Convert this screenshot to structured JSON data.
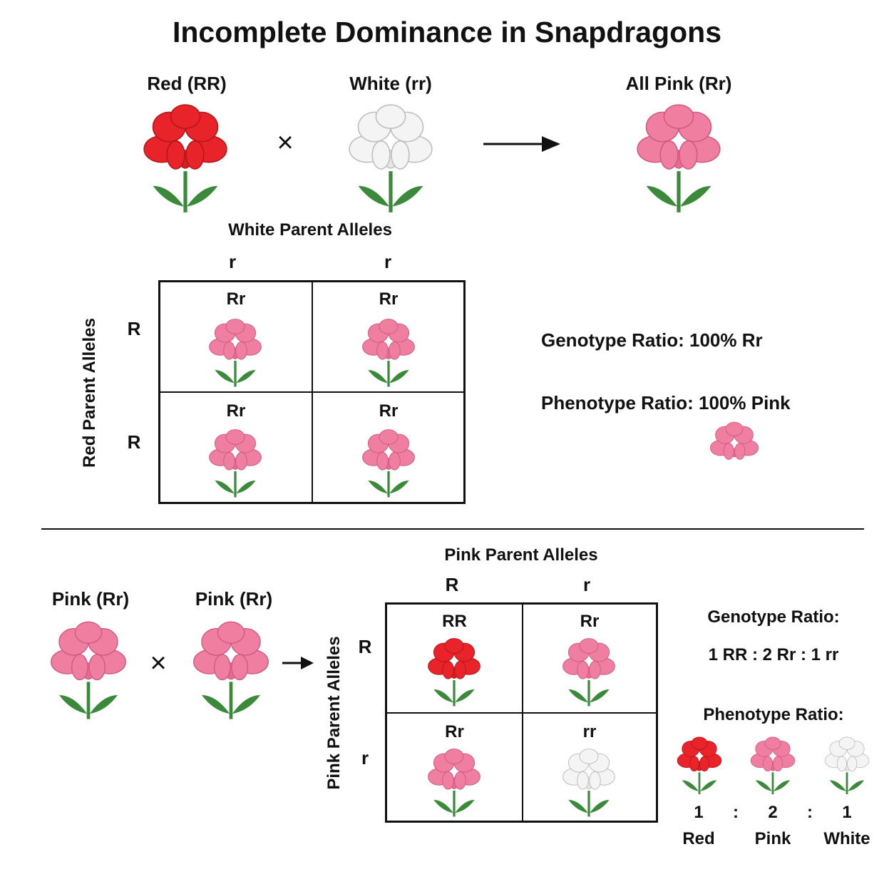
{
  "title": "Incomplete Dominance in Snapdragons",
  "colors": {
    "red": "#e8232a",
    "pink": "#f07ea0",
    "white": "#f2f2f2",
    "stem": "#3a8a3a",
    "line": "#111111"
  },
  "cross1": {
    "parent1_label": "Red (RR)",
    "parent2_label": "White (rr)",
    "cross_symbol": "×",
    "offspring_label": "All Pink (Rr)",
    "top_header": "White Parent Alleles",
    "top_alleles": [
      "r",
      "r"
    ],
    "side_header": "Red Parent Alleles",
    "side_alleles": [
      "R",
      "R"
    ],
    "cells": [
      "Rr",
      "Rr",
      "Rr",
      "Rr"
    ],
    "genotype_ratio": "Genotype Ratio: 100% Rr",
    "phenotype_ratio": "Phenotype Ratio: 100% Pink"
  },
  "cross2": {
    "parent1_label": "Pink (Rr)",
    "parent2_label": "Pink (Rr)",
    "cross_symbol": "×",
    "top_header": "Pink Parent Alleles",
    "top_alleles": [
      "R",
      "r"
    ],
    "side_header": "Pink Parent Alleles",
    "side_alleles": [
      "R",
      "r"
    ],
    "cells": [
      "RR",
      "Rr",
      "Rr",
      "rr"
    ],
    "genotype_ratio_title": "Genotype Ratio:",
    "genotype_ratio": "1 RR : 2 Rr : 1 rr",
    "phenotype_ratio_title": "Phenotype Ratio:",
    "phenotype_counts": [
      "1",
      "2",
      "1"
    ],
    "ratio_separator": ":",
    "phenotype_names": [
      "Red",
      "Pink",
      "White"
    ]
  }
}
